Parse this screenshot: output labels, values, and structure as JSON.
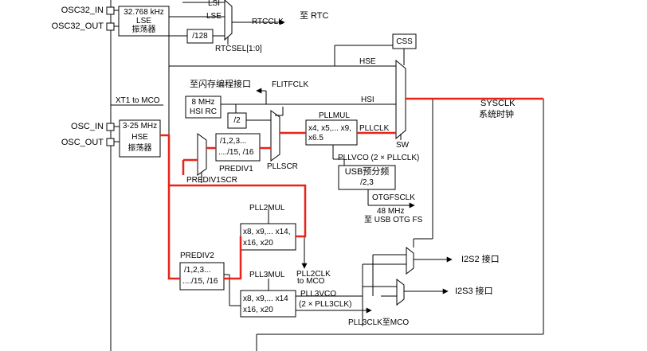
{
  "pins": {
    "osc32_in": "OSC32_IN",
    "osc32_out": "OSC32_OUT",
    "osc_in": "OSC_IN",
    "osc_out": "OSC_OUT"
  },
  "blocks": {
    "lse_freq": "32.768 kHz",
    "lse_name": "LSE",
    "lse_osc": "振荡器",
    "hse_freq": "3-25 MHz",
    "hse_name": "HSE",
    "hse_osc": "振荡器",
    "div128": "/128",
    "hsi_freq": "8 MHz",
    "hsi_name": "HSI RC",
    "div2": "/2",
    "css": "CSS",
    "pll_line1": "x4, x5,... x9,",
    "pll_line2": "x6.5",
    "prediv1_line1": "/1,2,3...",
    "prediv1_line2": "..../15, /16",
    "usb_line1": "USB预分频",
    "usb_line2": "/2,3",
    "pll2_line1": "x8, x9,... x14,",
    "pll2_line2": "x16, x20",
    "prediv2_line1": "/1,2,3...",
    "prediv2_line2": "..../15, /16",
    "pll3_line1": "x8, x9,... x14",
    "pll3_line2": "x16, x20"
  },
  "labels": {
    "lsi": "LSI",
    "lse": "LSE",
    "rtcclk": "RTCCLK",
    "to_rtc": "至 RTC",
    "rtcsel": "RTCSEL[1:0]",
    "hse": "HSE",
    "hsi": "HSI",
    "to_flash": "至闪存编程接口",
    "flitfclk": "FLITFCLK",
    "xt1_mco": "XT1 to MCO",
    "pllmul": "PLLMUL",
    "pllclk": "PLLCLK",
    "sw": "SW",
    "sysclk": "SYSCLK",
    "sysclk_cn": "系统时钟",
    "pllvco": "PLLVCO (2 × PLLCLK)",
    "prediv1": "PREDIV1",
    "pllscr": "PLLSCR",
    "prediv1scr": "PREDIV1SCR",
    "otgfsclk": "OTGFSCLK",
    "freq_48": "48 MHz",
    "to_usb": "至 USB OTG FS",
    "pll2mul": "PLL2MUL",
    "pll2clk": "PLL2CLK",
    "to_mco": "to MCO",
    "prediv2": "PREDIV2",
    "pll3mul": "PLL3MUL",
    "pll3vco": "PLL3VCO",
    "pll3vco_sub": "(2 × PLL3CLK)",
    "pll3clk_mco": "PLL3CLK至MCO",
    "i2s2": "I2S2 接口",
    "i2s3": "I2S3 接口"
  },
  "colors": {
    "line": "#000000",
    "active_path": "#e8231a",
    "background": "#ffffff"
  }
}
